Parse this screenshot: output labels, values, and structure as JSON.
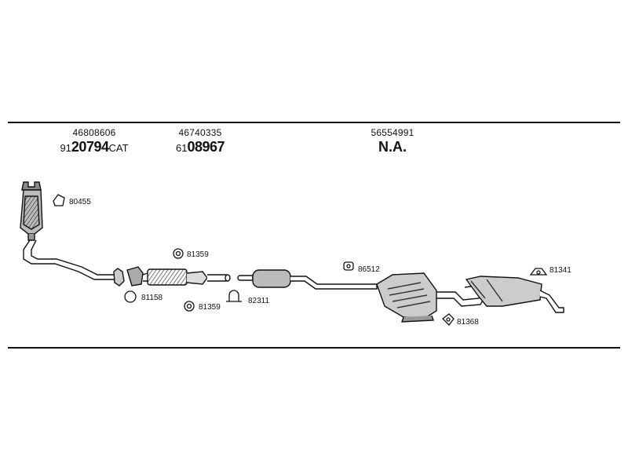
{
  "groups": [
    {
      "part_number": "46808606",
      "ref_prefix": "91",
      "ref_main": "20794",
      "ref_suffix": "CAT"
    },
    {
      "part_number": "46740335",
      "ref_prefix": "61",
      "ref_main": "08967",
      "ref_suffix": ""
    },
    {
      "part_number": "56554991",
      "ref_prefix": "",
      "ref_main": "N.A.",
      "ref_suffix": ""
    }
  ],
  "callouts": {
    "c80455": "80455",
    "c81359a": "81359",
    "c81158": "81158",
    "c81359b": "81359",
    "c82311": "82311",
    "c86512": "86512",
    "c81368": "81368",
    "c81341": "81341"
  }
}
